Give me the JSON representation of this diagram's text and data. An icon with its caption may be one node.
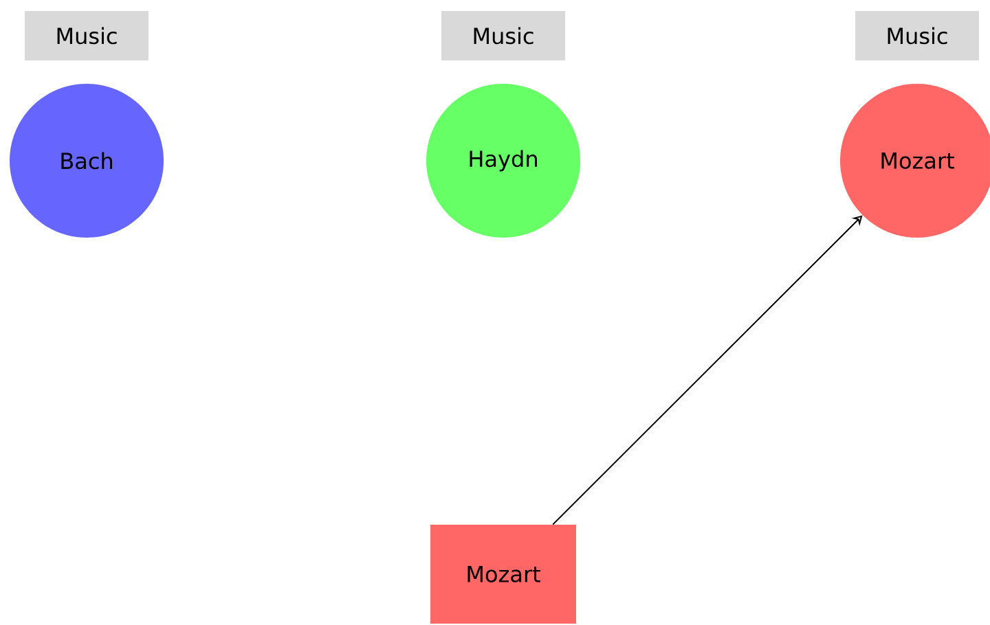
{
  "diagram": {
    "nodes": [
      {
        "text": [
          "Bach"
        ],
        "beside": [
          "Music"
        ]
      },
      {
        "text": [
          "Haydn"
        ],
        "beside": [
          "Music"
        ]
      },
      {
        "text": [
          "Mozart"
        ],
        "beside": [
          "Music"
        ]
      },
      {
        "text": [
          "Mozart"
        ]
      }
    ],
    "edges": [
      {
        "from": 3,
        "to": 2,
        "arrow": "to"
      }
    ]
  }
}
